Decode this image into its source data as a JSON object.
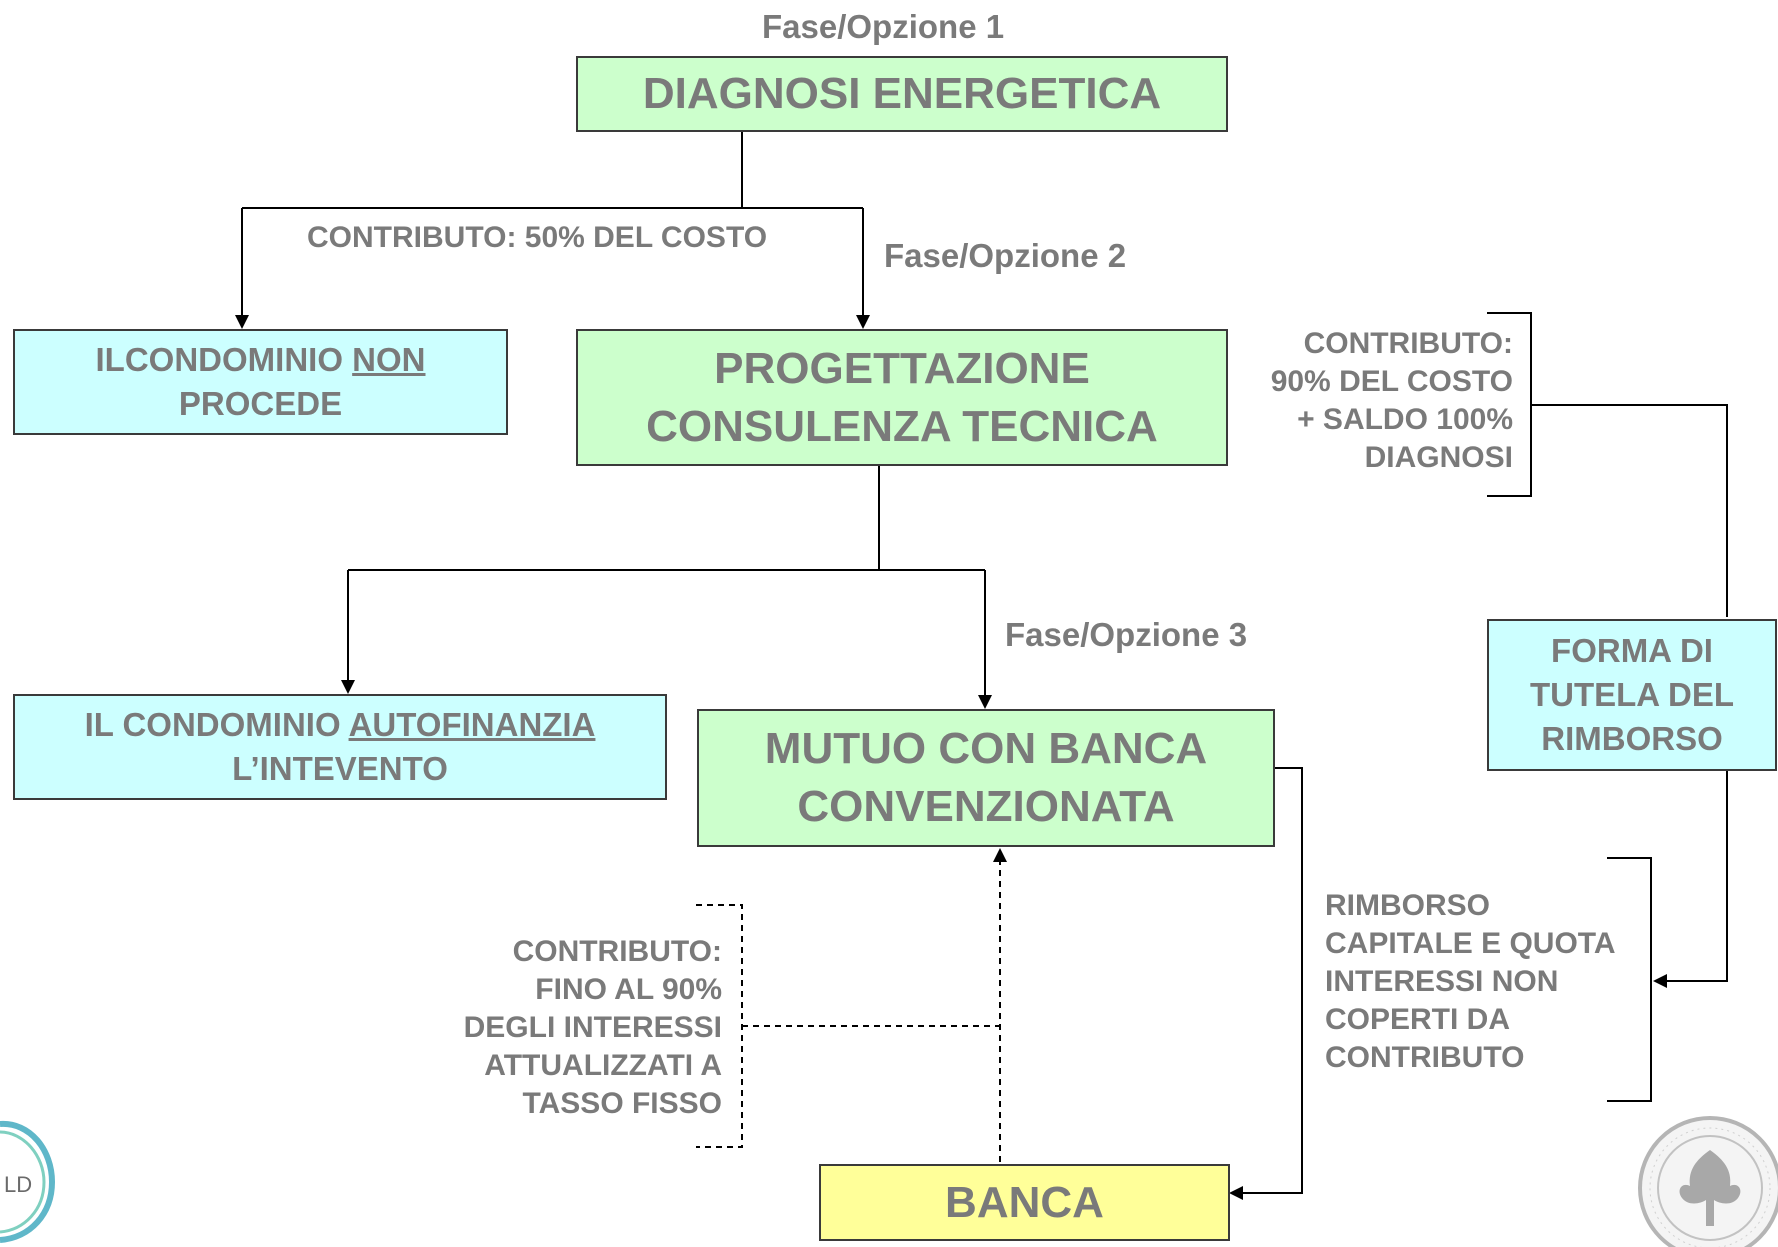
{
  "diagram": {
    "phases": {
      "p1": "Fase/Opzione 1",
      "p2": "Fase/Opzione 2",
      "p3": "Fase/Opzione 3"
    },
    "nodes": {
      "diagnosi": "DIAGNOSI ENERGETICA",
      "progettazione": {
        "line1": "PROGETTAZIONE",
        "line2": "CONSULENZA TECNICA"
      },
      "non_procede": {
        "pre": "ILCONDOMINIO ",
        "emph": "NON",
        "line2": "PROCEDE"
      },
      "autofinanzia": {
        "pre": "IL CONDOMINIO ",
        "emph": "AUTOFINANZIA",
        "line2": "L’INTEVENTO"
      },
      "mutuo": {
        "line1": "MUTUO CON BANCA",
        "line2": "CONVENZIONATA"
      },
      "tutela": {
        "line1": "FORMA DI",
        "line2": "TUTELA DEL",
        "line3": "RIMBORSO"
      },
      "banca": "BANCA"
    },
    "labels": {
      "contributo_50": "CONTRIBUTO: 50% DEL COSTO",
      "contributo_90": [
        "CONTRIBUTO:",
        "90% DEL COSTO",
        "+ SALDO 100%",
        "DIAGNOSI"
      ],
      "contributo_interessi": [
        "CONTRIBUTO:",
        "FINO AL 90%",
        "DEGLI INTERESSI",
        "ATTUALIZZATI A",
        "TASSO FISSO"
      ],
      "rimborso": [
        "RIMBORSO",
        "CAPITALE E QUOTA",
        "INTERESSI NON",
        "COPERTI DA",
        "CONTRIBUTO"
      ]
    },
    "logos": {
      "left": "LD"
    }
  }
}
